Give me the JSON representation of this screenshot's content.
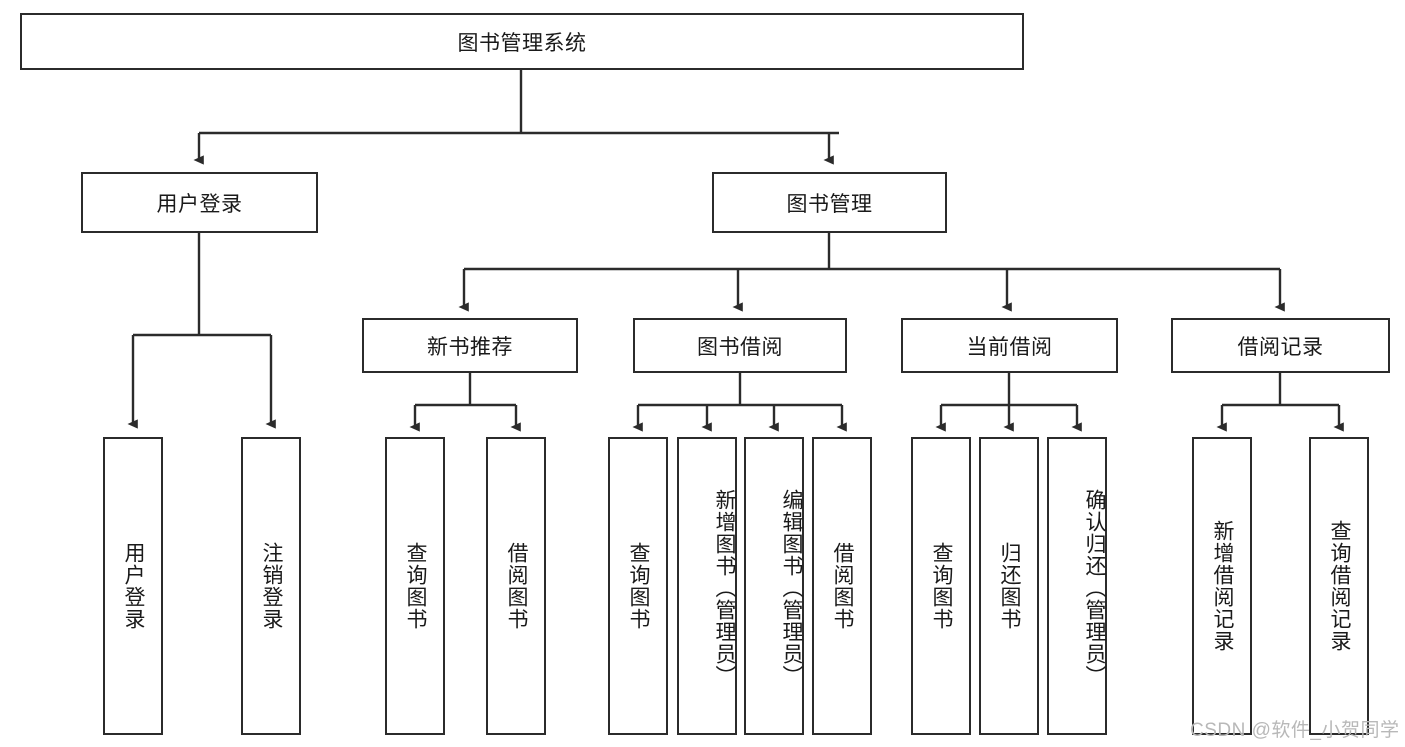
{
  "diagram": {
    "title_node": {
      "label": "图书管理系统"
    },
    "level2": [
      {
        "label": "用户登录"
      },
      {
        "label": "图书管理"
      }
    ],
    "level3": [
      {
        "label": "新书推荐"
      },
      {
        "label": "图书借阅"
      },
      {
        "label": "当前借阅"
      },
      {
        "label": "借阅记录"
      }
    ],
    "leaves": {
      "user_login": [
        {
          "label": "用户登录"
        },
        {
          "label": "注销登录"
        }
      ],
      "new_book_recommend": [
        {
          "label": "查询图书"
        },
        {
          "label": "借阅图书"
        }
      ],
      "book_borrow": [
        {
          "label": "查询图书"
        },
        {
          "label": "新增图书（管理员）"
        },
        {
          "label": "编辑图书（管理员）"
        },
        {
          "label": "借阅图书"
        }
      ],
      "current_borrow": [
        {
          "label": "查询图书"
        },
        {
          "label": "归还图书"
        },
        {
          "label": "确认归还（管理员）"
        }
      ],
      "borrow_record": [
        {
          "label": "新增借阅记录"
        },
        {
          "label": "查询借阅记录"
        }
      ]
    }
  },
  "watermark": {
    "text": "CSDN @软件_小贺同学"
  },
  "colors": {
    "stroke": "#2b2b2b",
    "background": "#ffffff",
    "text": "#1a1a1a",
    "watermark": "#b8b8b8"
  }
}
